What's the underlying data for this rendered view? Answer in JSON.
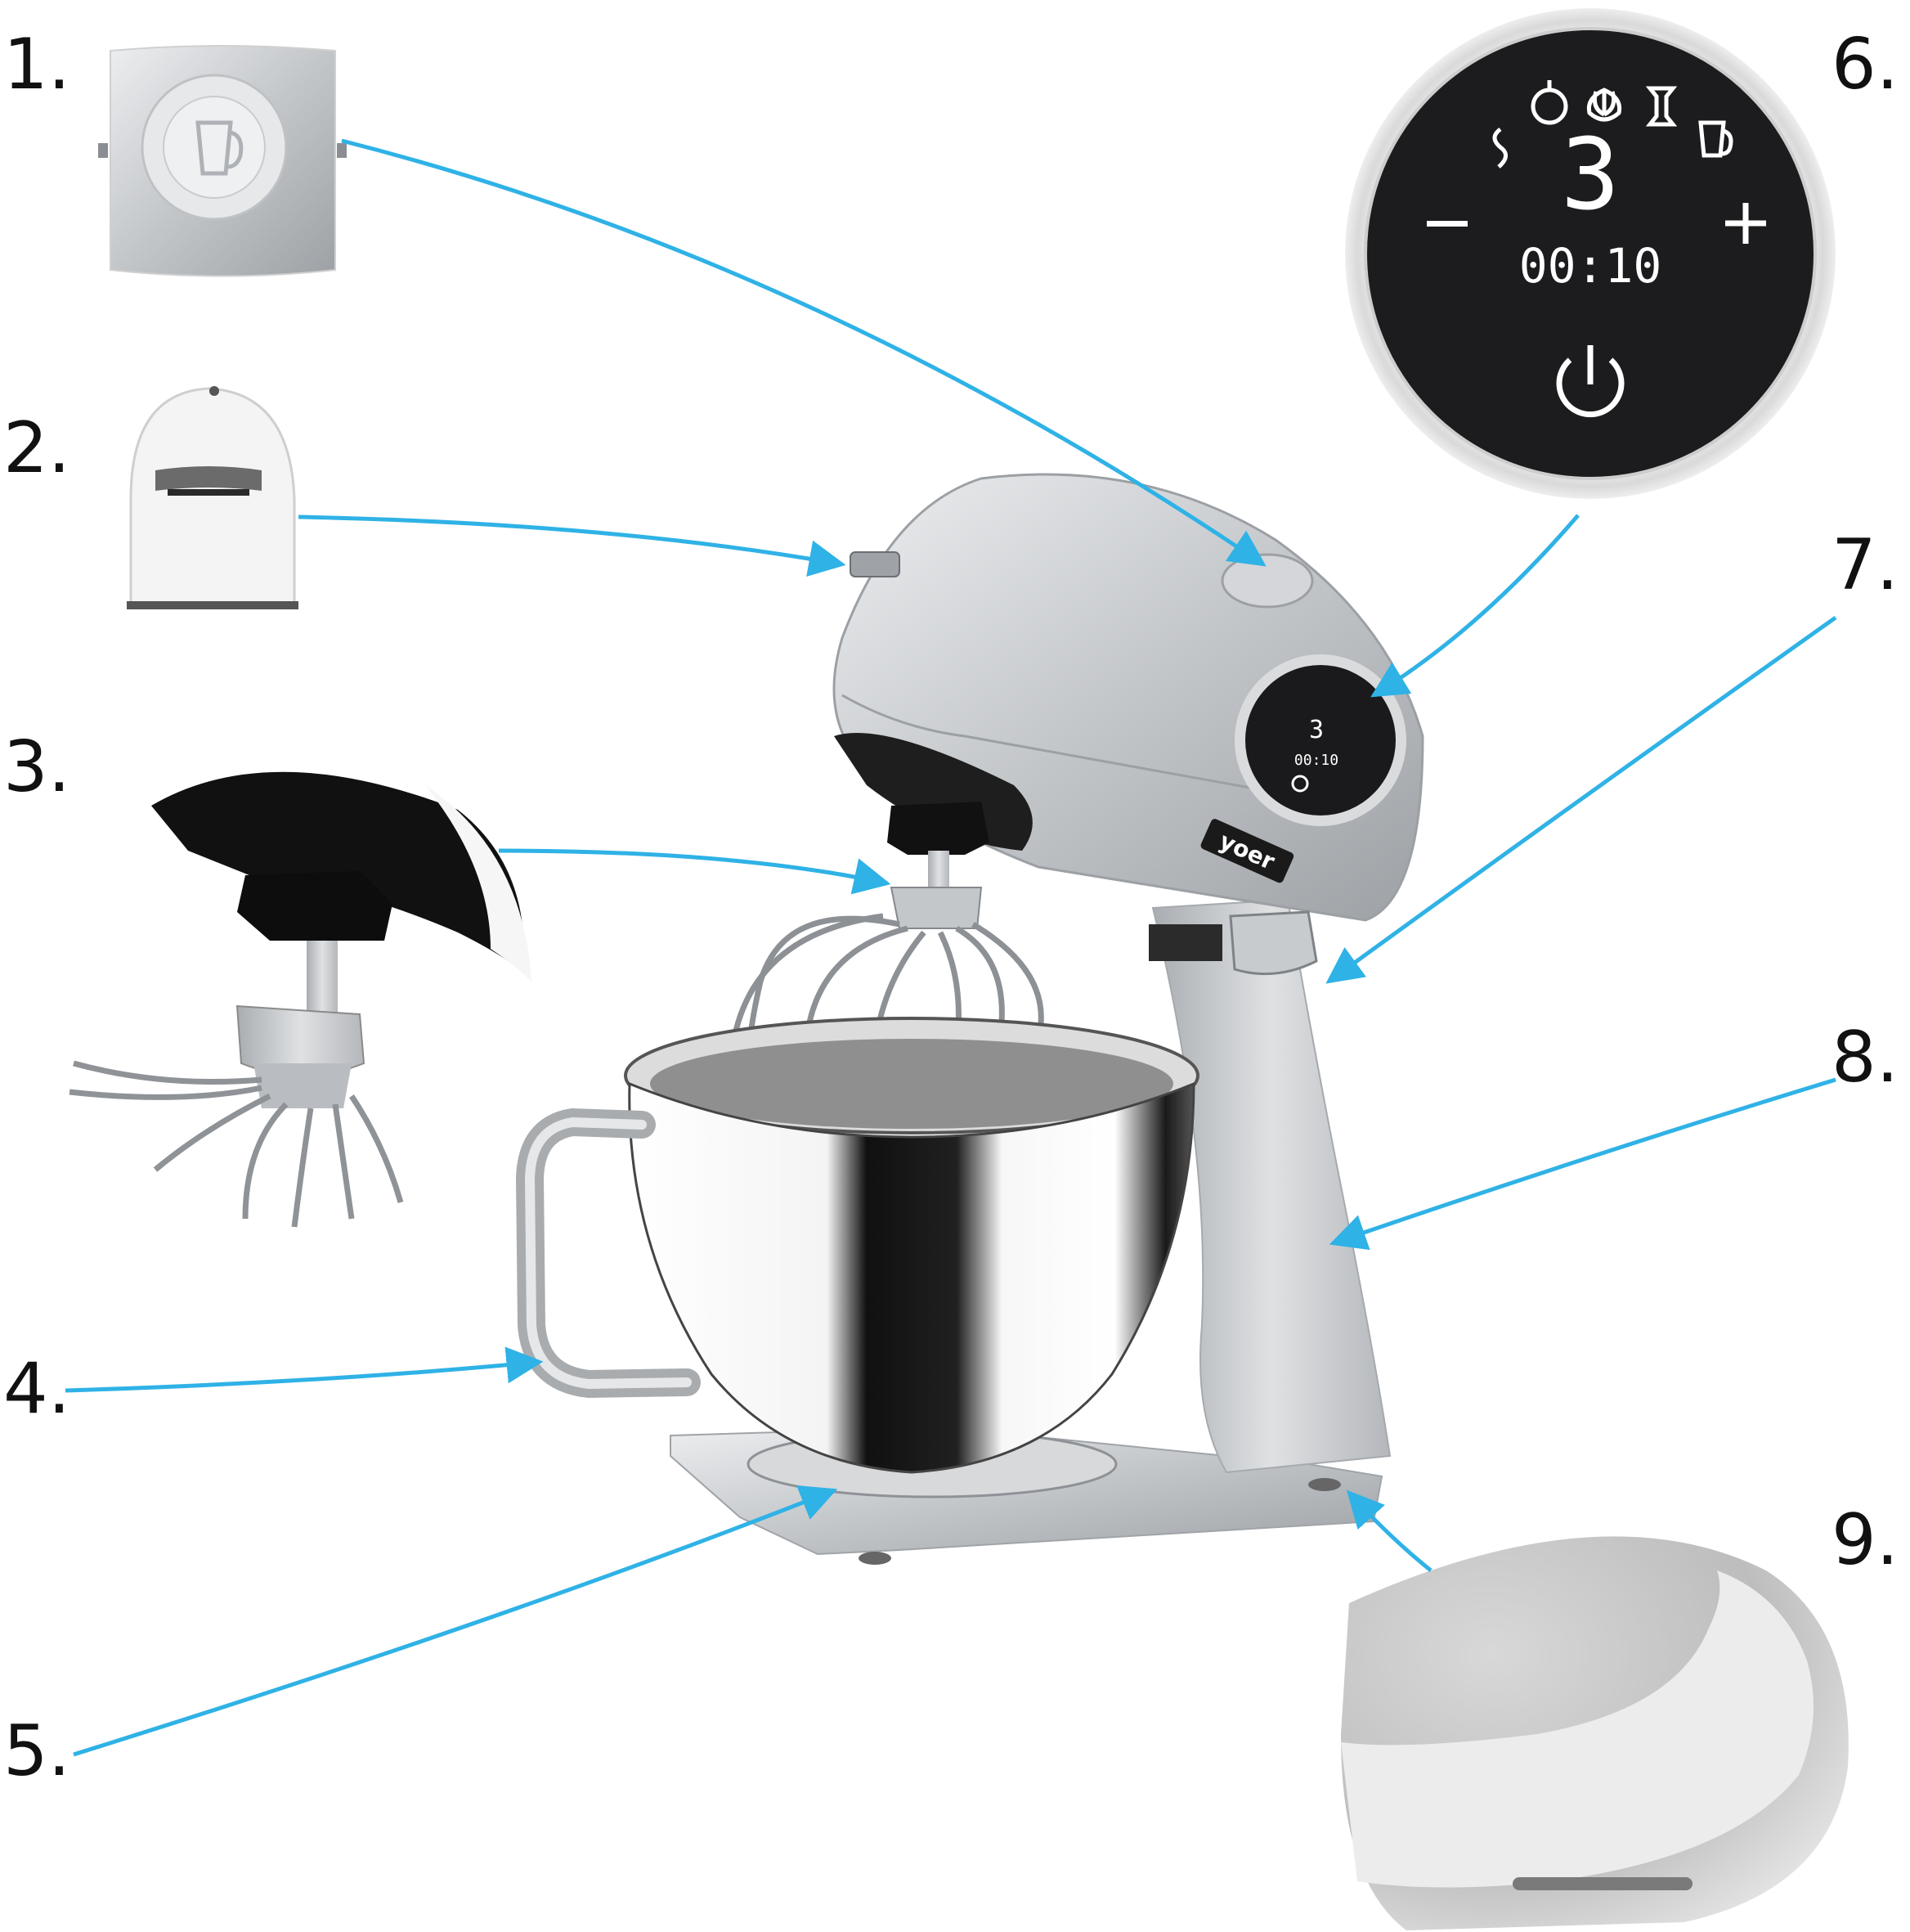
{
  "callouts": [
    "1.",
    "2.",
    "3.",
    "4.",
    "5.",
    "6.",
    "7.",
    "8.",
    "9."
  ],
  "control_panel": {
    "speed": "3",
    "timer": "00:10",
    "minus": "—",
    "plus": "+"
  },
  "brand": "yoer",
  "colors": {
    "arrow": "#2fb2e6",
    "panel": "#1c1c1e",
    "body": "#c8cacc"
  },
  "icons": [
    "dough-hook-icon",
    "flat-beater-icon",
    "whisk-icon",
    "blender-attachment-icon",
    "jug-icon",
    "power-icon"
  ]
}
